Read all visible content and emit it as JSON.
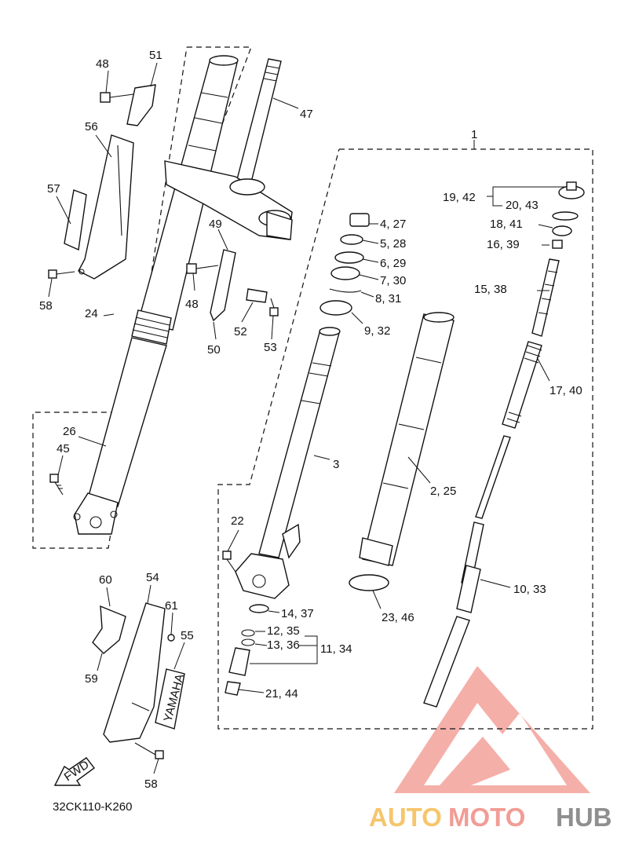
{
  "diagram": {
    "part_code": "32CK110-K260",
    "fwd_label": "FWD",
    "brand_text": "YAMAHA",
    "callouts": [
      {
        "id": "c1",
        "text": "1"
      },
      {
        "id": "c3",
        "text": "3"
      },
      {
        "id": "c4",
        "text": "4, 27"
      },
      {
        "id": "c5",
        "text": "5, 28"
      },
      {
        "id": "c6",
        "text": "6, 29"
      },
      {
        "id": "c7",
        "text": "7, 30"
      },
      {
        "id": "c8",
        "text": "8, 31"
      },
      {
        "id": "c9",
        "text": "9, 32"
      },
      {
        "id": "c2",
        "text": "2, 25"
      },
      {
        "id": "c10",
        "text": "10, 33"
      },
      {
        "id": "c11",
        "text": "11, 34"
      },
      {
        "id": "c12",
        "text": "12, 35"
      },
      {
        "id": "c13",
        "text": "13, 36"
      },
      {
        "id": "c14",
        "text": "14, 37"
      },
      {
        "id": "c15",
        "text": "15, 38"
      },
      {
        "id": "c16",
        "text": "16, 39"
      },
      {
        "id": "c17",
        "text": "17, 40"
      },
      {
        "id": "c18",
        "text": "18, 41"
      },
      {
        "id": "c19",
        "text": "19, 42"
      },
      {
        "id": "c20",
        "text": "20, 43"
      },
      {
        "id": "c21",
        "text": "21, 44"
      },
      {
        "id": "c22",
        "text": "22"
      },
      {
        "id": "c23",
        "text": "23, 46"
      },
      {
        "id": "c24",
        "text": "24"
      },
      {
        "id": "c26",
        "text": "26"
      },
      {
        "id": "c45",
        "text": "45"
      },
      {
        "id": "c47",
        "text": "47"
      },
      {
        "id": "c48a",
        "text": "48"
      },
      {
        "id": "c48b",
        "text": "48"
      },
      {
        "id": "c49",
        "text": "49"
      },
      {
        "id": "c50",
        "text": "50"
      },
      {
        "id": "c51",
        "text": "51"
      },
      {
        "id": "c52",
        "text": "52"
      },
      {
        "id": "c53",
        "text": "53"
      },
      {
        "id": "c54",
        "text": "54"
      },
      {
        "id": "c55",
        "text": "55"
      },
      {
        "id": "c56",
        "text": "56"
      },
      {
        "id": "c57",
        "text": "57"
      },
      {
        "id": "c58a",
        "text": "58"
      },
      {
        "id": "c58b",
        "text": "58"
      },
      {
        "id": "c59",
        "text": "59"
      },
      {
        "id": "c60",
        "text": "60"
      },
      {
        "id": "c61",
        "text": "61"
      }
    ]
  },
  "watermark": {
    "part1": "AUTO",
    "part2": "MOTO",
    "part3": "HUB",
    "colors": {
      "auto": "#f6c56c",
      "moto": "#f29c96",
      "hub": "#8f8f8f",
      "logo": "#f4a6a0"
    }
  }
}
